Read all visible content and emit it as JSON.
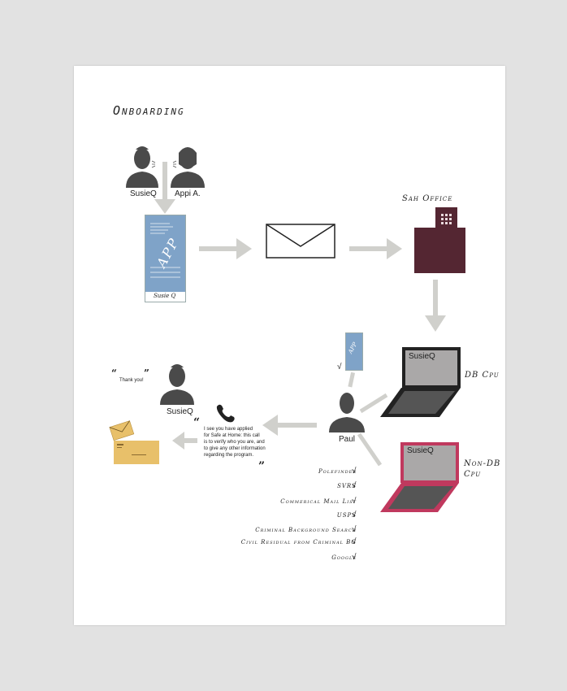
{
  "title": "Onboarding",
  "people": {
    "susieq_top": "SusieQ",
    "appi": "Appi A.",
    "susieq_bottom": "SusieQ",
    "paul": "Paul"
  },
  "app_doc": {
    "text": "APP",
    "signature": "Susie Q"
  },
  "sah_office": "Sah Office",
  "db_cpu": {
    "label": "DB Cpu",
    "screen": "SusieQ"
  },
  "non_db_cpu": {
    "label_line1": "Non-DB",
    "label_line2": "Cpu",
    "screen": "SusieQ"
  },
  "thank_you": "Thank you!",
  "call_script": [
    "I see you have applied",
    "for Safe at Home: this call",
    "is to verify who you are, and",
    "to give any other information",
    "regarding the program."
  ],
  "check_mark": "√",
  "checklist": [
    "Polefinder",
    "SVRS",
    "Commerical Mail List",
    "USPS",
    "Criminal Background Search",
    "Civil Residual from Criminal BG",
    "Google"
  ],
  "colors": {
    "office": "#542632",
    "doc_blue": "#7fa3c8",
    "arrow_gray": "#d0d0cc",
    "non_db_laptop": "#c0395e",
    "envelope_yellow": "#e8c06a"
  }
}
